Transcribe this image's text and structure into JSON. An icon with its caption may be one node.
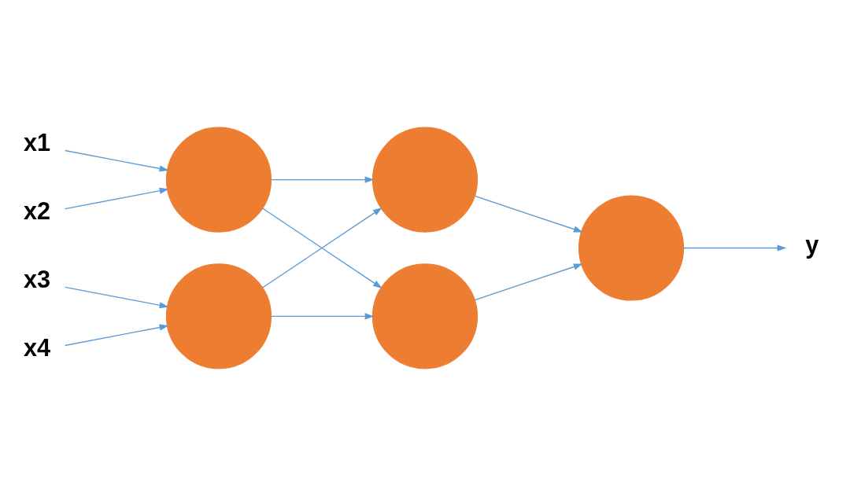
{
  "diagram": {
    "nodes": [
      {
        "text": [
          "x1"
        ]
      },
      {
        "text": [
          "x2"
        ]
      },
      {
        "text": [
          "x3"
        ]
      },
      {
        "text": [
          "x4"
        ]
      },
      {
        "text": [],
        "shape": "circle"
      },
      {
        "text": [],
        "shape": "circle"
      },
      {
        "text": [],
        "shape": "circle"
      },
      {
        "text": [],
        "shape": "circle"
      },
      {
        "text": [],
        "shape": "circle"
      },
      {
        "text": [
          "y"
        ]
      }
    ],
    "edges": [
      {
        "from": 0,
        "to": 4,
        "arrow": "to"
      },
      {
        "from": 1,
        "to": 4,
        "arrow": "to"
      },
      {
        "from": 2,
        "to": 5,
        "arrow": "to"
      },
      {
        "from": 3,
        "to": 5,
        "arrow": "to"
      },
      {
        "from": 4,
        "to": 6,
        "arrow": "to"
      },
      {
        "from": 4,
        "to": 7,
        "arrow": "to"
      },
      {
        "from": 5,
        "to": 6,
        "arrow": "to"
      },
      {
        "from": 5,
        "to": 7,
        "arrow": "to"
      },
      {
        "from": 6,
        "to": 8,
        "arrow": "to"
      },
      {
        "from": 7,
        "to": 8,
        "arrow": "to"
      },
      {
        "from": 8,
        "to": 9,
        "arrow": "to"
      }
    ]
  }
}
